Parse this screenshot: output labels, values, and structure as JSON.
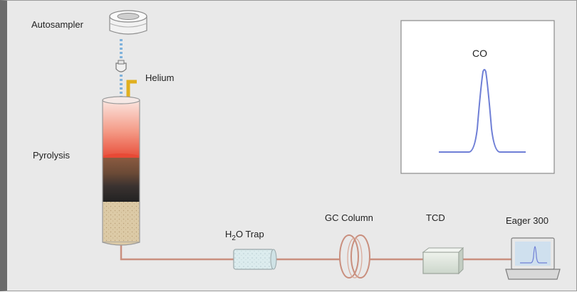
{
  "labels": {
    "autosampler": "Autosampler",
    "helium": "Helium",
    "pyrolysis": "Pyrolysis",
    "h2o_trap_main": "H",
    "h2o_trap_sub": "2",
    "h2o_trap_rest": "O Trap",
    "gc_column": "GC Column",
    "tcd": "TCD",
    "eager": "Eager 300"
  },
  "inset": {
    "peak_label": "CO"
  },
  "colors": {
    "background": "#e9e9e9",
    "pipe": "#c98f7e",
    "peak_line": "#6f7fd6",
    "pyrolysis_glow": "#f07060",
    "sample_fill": "#d8c7a4",
    "trap_fill": "#d8ecee",
    "tcd_fill": "#dfe7dd",
    "helium_tube": "#e0b020",
    "laptop_screen": "#cfe0ee"
  }
}
